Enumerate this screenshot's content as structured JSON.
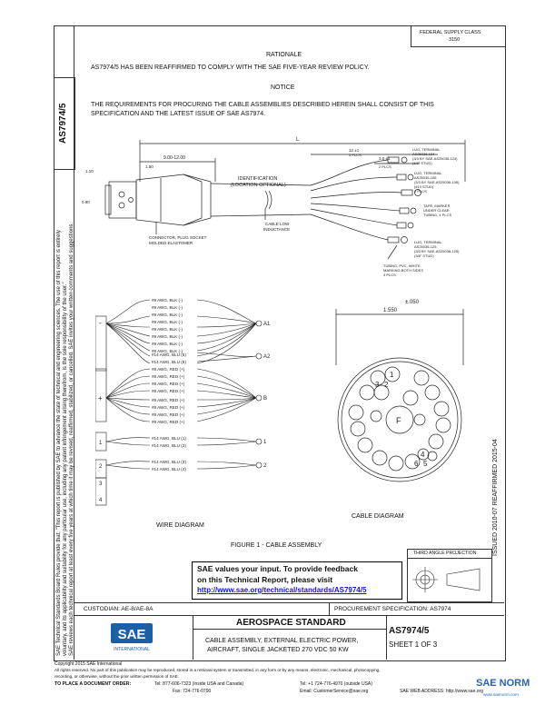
{
  "header": {
    "fed_class_label": "FEDERAL SUPPLY CLASS",
    "fed_class_value": "3150",
    "doc_id_vertical": "AS7974/5"
  },
  "rationale": {
    "title": "RATIONALE",
    "text": "AS7974/5 HAS BEEN REAFFIRMED TO COMPLY WITH THE SAE FIVE-YEAR REVIEW POLICY."
  },
  "notice": {
    "title": "NOTICE",
    "line1": "THE REQUIREMENTS FOR PROCURING THE CABLE ASSEMBLIES DESCRIBED HEREIN SHALL CONSIST OF THIS",
    "line2": "SPECIFICATION AND THE LATEST ISSUE OF SAE AS7974."
  },
  "assembly_drawing": {
    "dim_L": "L",
    "dim_900_1200": "9.00-12.00",
    "dim_12": "12 ±1",
    "dim_12_places": "5 PLCS",
    "dim_3": "3.0 ±1",
    "dim_3_places": "2 PLCS",
    "dim_150": "1.50",
    "dim_110": "1.10",
    "dim_090": "0.90",
    "identification": "IDENTIFICATION",
    "identification_sub": "(LOCATION OPTIONAL)",
    "cable_low": "CABLE LOW",
    "inductance": "INDUCTANCE",
    "connector": "CONNECTOR, PLUG SOCKET",
    "connector_sub": "MOLDED ELASTOMER",
    "lug1": [
      "LUG, TERMINAL",
      "AS25036-124",
      "(3/3 BY SAE-AS25036-124)",
      "(1/2\" STUD)"
    ],
    "lug2": [
      "LUG, TERMINAL",
      "AS25036-106",
      "(3/3 BY SAE-AS25036-106)",
      "(#10 STUD)",
      "2 PLCS"
    ],
    "tape": [
      "TAPE, MARKER",
      "UNDER CLEAR",
      "TUBING, 4 PLCS"
    ],
    "lug3": [
      "LUG, TERMINAL",
      "AS25036-125",
      "(3/3 BY SAE-AS25036-125)",
      "(3/8\" STUD)"
    ],
    "tubing": [
      "TUBING, PVC, WHITE",
      "MARKING BOTH SIDES",
      "4 PLCS"
    ]
  },
  "wire_diagram": {
    "title": "WIRE DIAGRAM",
    "group_minus": [
      "#8 AWG, BLK (-)",
      "#8 AWG, BLK (-)",
      "#8 AWG, BLK (-)",
      "#8 AWG, BLK (-)",
      "#8 AWG, BLK (-)",
      "#8 AWG, BLK (-)",
      "#8 AWG, BLK (-)",
      "#8 AWG, BLK (-)"
    ],
    "group_a2": [
      "#14 AWG, BLU (5)",
      "#14 AWG, BLU (6)"
    ],
    "group_plus": [
      "#8 AWG, RED (+)",
      "#8 AWG, RED (+)",
      "#8 AWG, RED (+)",
      "#8 AWG, RED (+)",
      "#8 AWG, RED (+)",
      "#8 AWG, RED (+)",
      "#8 AWG, RED (+)",
      "#8 AWG, RED (+)"
    ],
    "group_1": [
      "#14 AWG, BLU (1)",
      "#14 AWG, BLU (2)"
    ],
    "group_2": [
      "#14 AWG, BLU (3)",
      "#14 AWG, BLU (4)"
    ],
    "pins": {
      "minus": "-",
      "plus": "+",
      "p1": "1",
      "p2": "2",
      "p3": "3",
      "p4": "4"
    },
    "terminals": {
      "a1": "A1",
      "a2": "A2",
      "b": "B",
      "t1": "1",
      "t2": "2"
    }
  },
  "cable_diagram": {
    "title": "CABLE DIAGRAM",
    "tol": "±.050",
    "dia": "1.550",
    "center": "F",
    "numbers": [
      "1",
      "3",
      "2",
      "4",
      "6",
      "5"
    ]
  },
  "figure_caption": "FIGURE 1 - CABLE ASSEMBLY",
  "projection": "THIRD ANGLE PROJECTION",
  "feedback": {
    "line1": "SAE values your input. To provide feedback",
    "line2": "on this Technical Report, please visit",
    "url": "http://www.sae.org/technical/standards/AS7974/5"
  },
  "custodian": "CUSTODIAN: AE-8/AE-8A",
  "procurement": "PROCUREMENT SPECIFICATION: AS7974",
  "title_block": {
    "standard": "AEROSPACE STANDARD",
    "title1": "CABLE ASSEMBLY, EXTERNAL ELECTRIC POWER,",
    "title2": "AIRCRAFT, SINGLE JACKETED 270 VDC 50 KW",
    "doc": "AS7974/5",
    "sheet": "SHEET 1 OF 3",
    "logo_text": "SAE",
    "logo_sub": "INTERNATIONAL"
  },
  "side_dates": "ISSUED 2010-07    REAFFIRMED 2015-04",
  "side_legal": [
    "SAE Technical Standards Board Rules provide that: \"This report is published by SAE to advance the state of technical and engineering sciences. The use of this report is entirely",
    "voluntary, and its applicability and suitability for any particular use, including any patent infringement arising therefrom, is the sole responsibility of the user.\"",
    "SAE reviews each technical report at least every five years at which time it may be revised, reaffirmed, stabilized, or cancelled. SAE invites your written comments and suggestions."
  ],
  "footer": {
    "copyright": "Copyright 2015 SAE International",
    "rights": "All rights reserved. No part of this publication may be reproduced, stored in a retrieval system or transmitted, in any form or by any means, electronic, mechanical, photocopying,",
    "rights2": "recording, or otherwise, without the prior written permission of SAE.",
    "order": "TO PLACE A DOCUMENT ORDER:",
    "tel": "Tel: 877-606-7323 (inside USA and Canada)",
    "tel2": "Tel: +1 724-776-4970 (outside USA)",
    "fax": "Fax: 724-776-0790",
    "email": "Email: CustomerService@sae.org",
    "web": "SAE WEB ADDRESS: http://www.sae.org"
  },
  "watermark": {
    "brand": "SAE NORM",
    "sub": "www.saenorm.com"
  }
}
